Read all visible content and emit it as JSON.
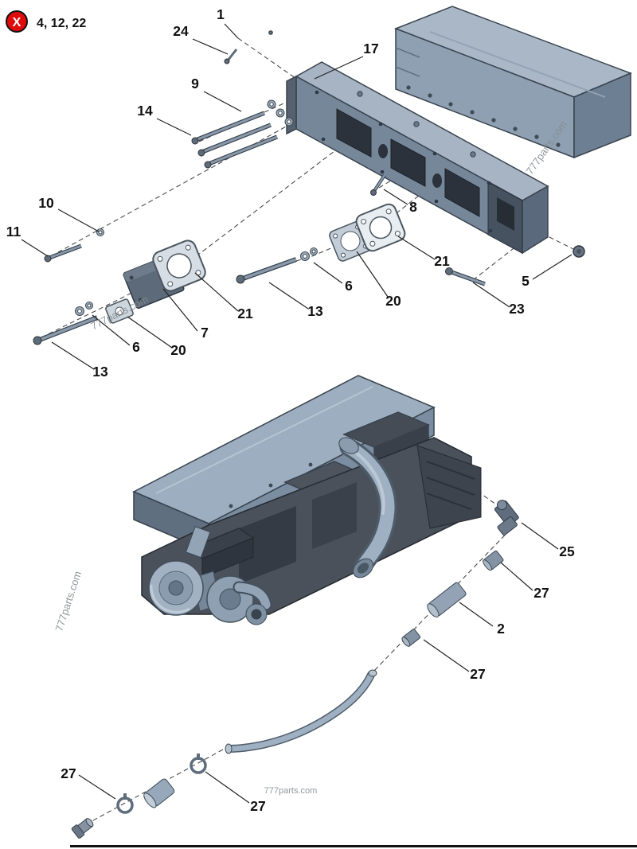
{
  "legend": {
    "symbol": "X",
    "numbers": "4, 12, 22",
    "badge_color": "#e00c0c"
  },
  "watermark": {
    "text": "777parts.com"
  },
  "callouts": [
    {
      "id": "1",
      "label": "1"
    },
    {
      "id": "24",
      "label": "24"
    },
    {
      "id": "17",
      "label": "17"
    },
    {
      "id": "9",
      "label": "9"
    },
    {
      "id": "14",
      "label": "14"
    },
    {
      "id": "10",
      "label": "10"
    },
    {
      "id": "11",
      "label": "11"
    },
    {
      "id": "8",
      "label": "8"
    },
    {
      "id": "21-right",
      "label": "21"
    },
    {
      "id": "5",
      "label": "5"
    },
    {
      "id": "6-right",
      "label": "6"
    },
    {
      "id": "20-right",
      "label": "20"
    },
    {
      "id": "13-right",
      "label": "13"
    },
    {
      "id": "23",
      "label": "23"
    },
    {
      "id": "21-left",
      "label": "21"
    },
    {
      "id": "7",
      "label": "7"
    },
    {
      "id": "6-left",
      "label": "6"
    },
    {
      "id": "20-left",
      "label": "20"
    },
    {
      "id": "13-left",
      "label": "13"
    },
    {
      "id": "25",
      "label": "25"
    },
    {
      "id": "27-a",
      "label": "27"
    },
    {
      "id": "2",
      "label": "2"
    },
    {
      "id": "27-b",
      "label": "27"
    },
    {
      "id": "27-c",
      "label": "27"
    },
    {
      "id": "27-d",
      "label": "27"
    }
  ]
}
